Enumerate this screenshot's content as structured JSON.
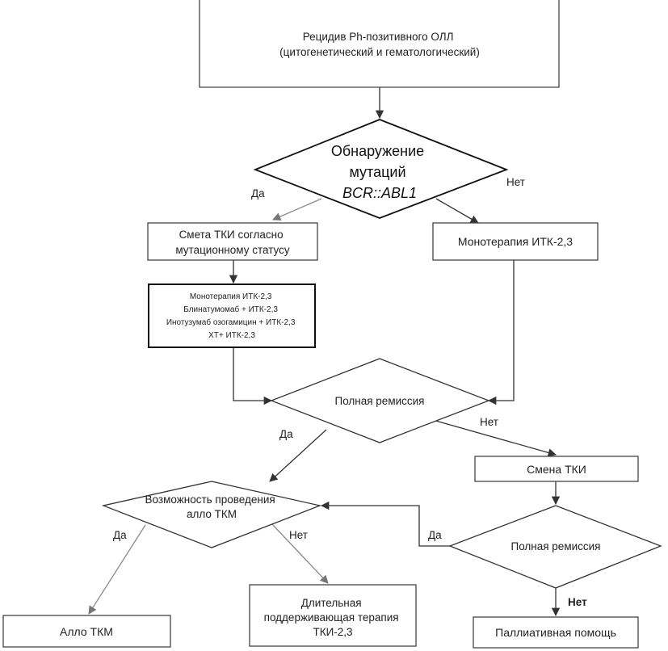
{
  "nodes": {
    "relapse": {
      "lines": [
        "Рецидив Ph-позитивного ОЛЛ",
        "(цитогенетический и гематологический)"
      ]
    },
    "mutation_detect": {
      "lines": [
        "Обнаружение",
        "мутаций",
        "BCR::ABL1"
      ]
    },
    "tki_switch": {
      "lines": [
        "Смета ТКИ согласно",
        "мутационному статусу"
      ]
    },
    "mono_itk_right": {
      "lines": [
        "Монотерапия ИТК-2,3"
      ]
    },
    "regimens": {
      "lines": [
        "Монотерапия ИТК-2,3",
        "Блинатумомаб + ИТК-2,3",
        "Инотузумаб озогамицин + ИТК-2,3",
        "ХТ+ ИТК-2,3"
      ]
    },
    "remission1": {
      "lines": [
        "Полная ремиссия"
      ]
    },
    "allo_possible": {
      "lines": [
        "Возможность проведения",
        "алло ТКМ"
      ]
    },
    "change_tki": {
      "lines": [
        "Смена ТКИ"
      ]
    },
    "remission2": {
      "lines": [
        "Полная ремиссия"
      ]
    },
    "allo_tkm": {
      "lines": [
        "Алло ТКМ"
      ]
    },
    "maintenance": {
      "lines": [
        "Длительная",
        "поддерживающая терапия",
        "ТКИ-2,3"
      ]
    },
    "palliative": {
      "lines": [
        "Паллиативная помощь"
      ]
    }
  },
  "edge_labels": {
    "mutation_yes": "Да",
    "mutation_no": "Нет",
    "remission1_yes": "Да",
    "remission1_no": "Нет",
    "allo_yes": "Да",
    "allo_no": "Нет",
    "remission2_yes": "Да",
    "remission2_no": "Нет"
  }
}
